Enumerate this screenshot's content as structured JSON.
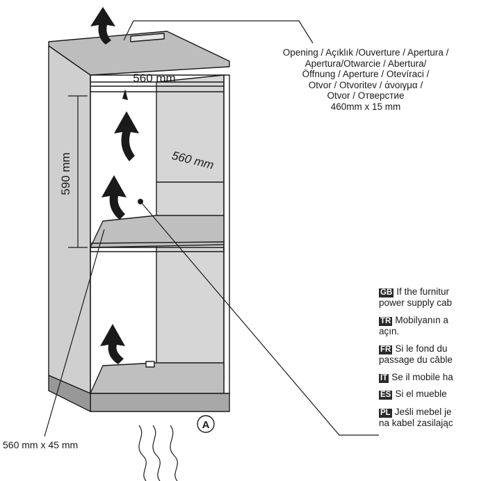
{
  "opening_label": {
    "lines": [
      "Opening / Açıklık /Ouverture / Apertura /",
      "Apertura/Otwarcie / Abertura/",
      "Öffnung / Aperture / Otevíraci /",
      "Otvor / Otvoritev / άνοιγμα /",
      "Otvor / Отверстие",
      "460mm x 15 mm"
    ]
  },
  "dimensions": {
    "top_width": "560 mm",
    "height": "590 mm",
    "depth": "560 mm",
    "bottom_opening": "560 mm x 45 mm"
  },
  "marker": "A",
  "notes": [
    {
      "badge": "GB",
      "lines": [
        "If the furnitur",
        "power supply cab"
      ]
    },
    {
      "badge": "TR",
      "lines": [
        "Mobilyanın a",
        "açın."
      ]
    },
    {
      "badge": "FR",
      "lines": [
        "Si le fond du",
        "passage du câble"
      ]
    },
    {
      "badge": "IT",
      "lines": [
        "Se il mobile ha"
      ]
    },
    {
      "badge": "ES",
      "lines": [
        "Si el mueble"
      ]
    },
    {
      "badge": "PL",
      "lines": [
        "Jeśli mebel je",
        "na kabel zasilając"
      ]
    }
  ],
  "colors": {
    "line": "#1a1a1a",
    "panel_fill": "#cfcfcf",
    "top_fill": "#bdbdbd",
    "plinth_fill": "#a8a8a8",
    "badge_bg": "#2a2a2a"
  }
}
